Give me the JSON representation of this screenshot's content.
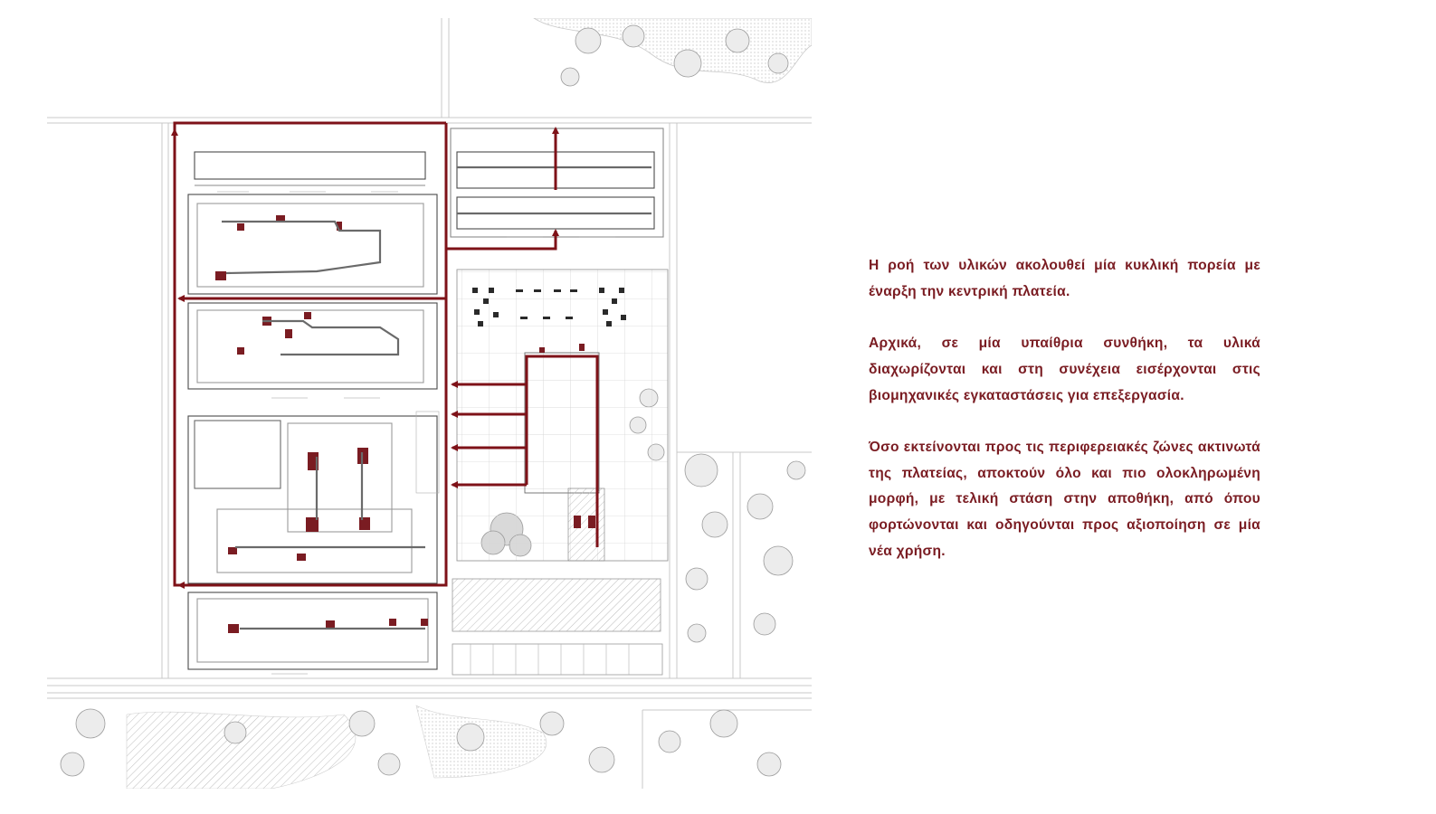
{
  "description": {
    "paragraph_1": "Η ροή των υλικών ακολουθεί μία κυκλική πορεία με έναρξη την κεντρική πλατεία.",
    "paragraph_2": "Αρχικά, σε μία υπαίθρια συνθήκη, τα υλικά διαχωρίζονται και στη συνέχεια εισέρχονται στις βιομηχανικές εγκαταστάσεις για επεξεργασία.",
    "paragraph_3": "Όσο εκτείνονται προς τις περιφερειακές ζώνες ακτινωτά της πλατείας, αποκτούν όλο και πιο ολοκληρωμένη μορφή, με τελική στάση στην αποθήκη, από όπου φορτώνονται και οδηγούνται προς αξιοποίηση σε μία νέα χρήση."
  },
  "colors": {
    "accent": "#7a1c22",
    "flow_line": "#7e1218",
    "plan_line": "#4a4a4a",
    "plan_light": "#c9c9c9",
    "tree_fill": "#e4e4e4"
  },
  "icons": {
    "flow_arrow": "arrowhead-icon",
    "tree": "tree-icon",
    "machine": "machine-icon"
  }
}
